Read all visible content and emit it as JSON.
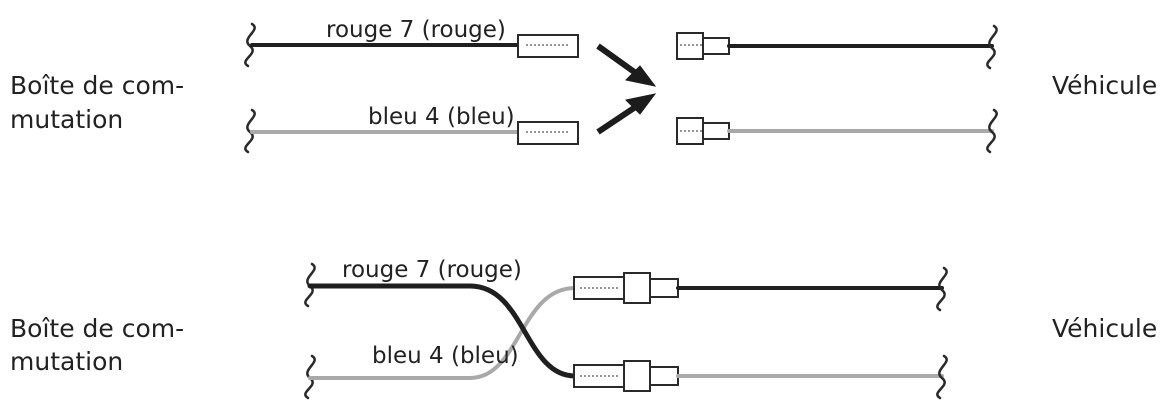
{
  "left_label_line1": "Boîte de com-",
  "left_label_line2": "mutation",
  "right_label": "Véhicule",
  "wires": {
    "red": "rouge 7 (rouge)",
    "blue": "bleu 4 (bleu)"
  },
  "colors": {
    "red_wire": "#1f1f1f",
    "blue_wire": "#a9a9a9"
  }
}
